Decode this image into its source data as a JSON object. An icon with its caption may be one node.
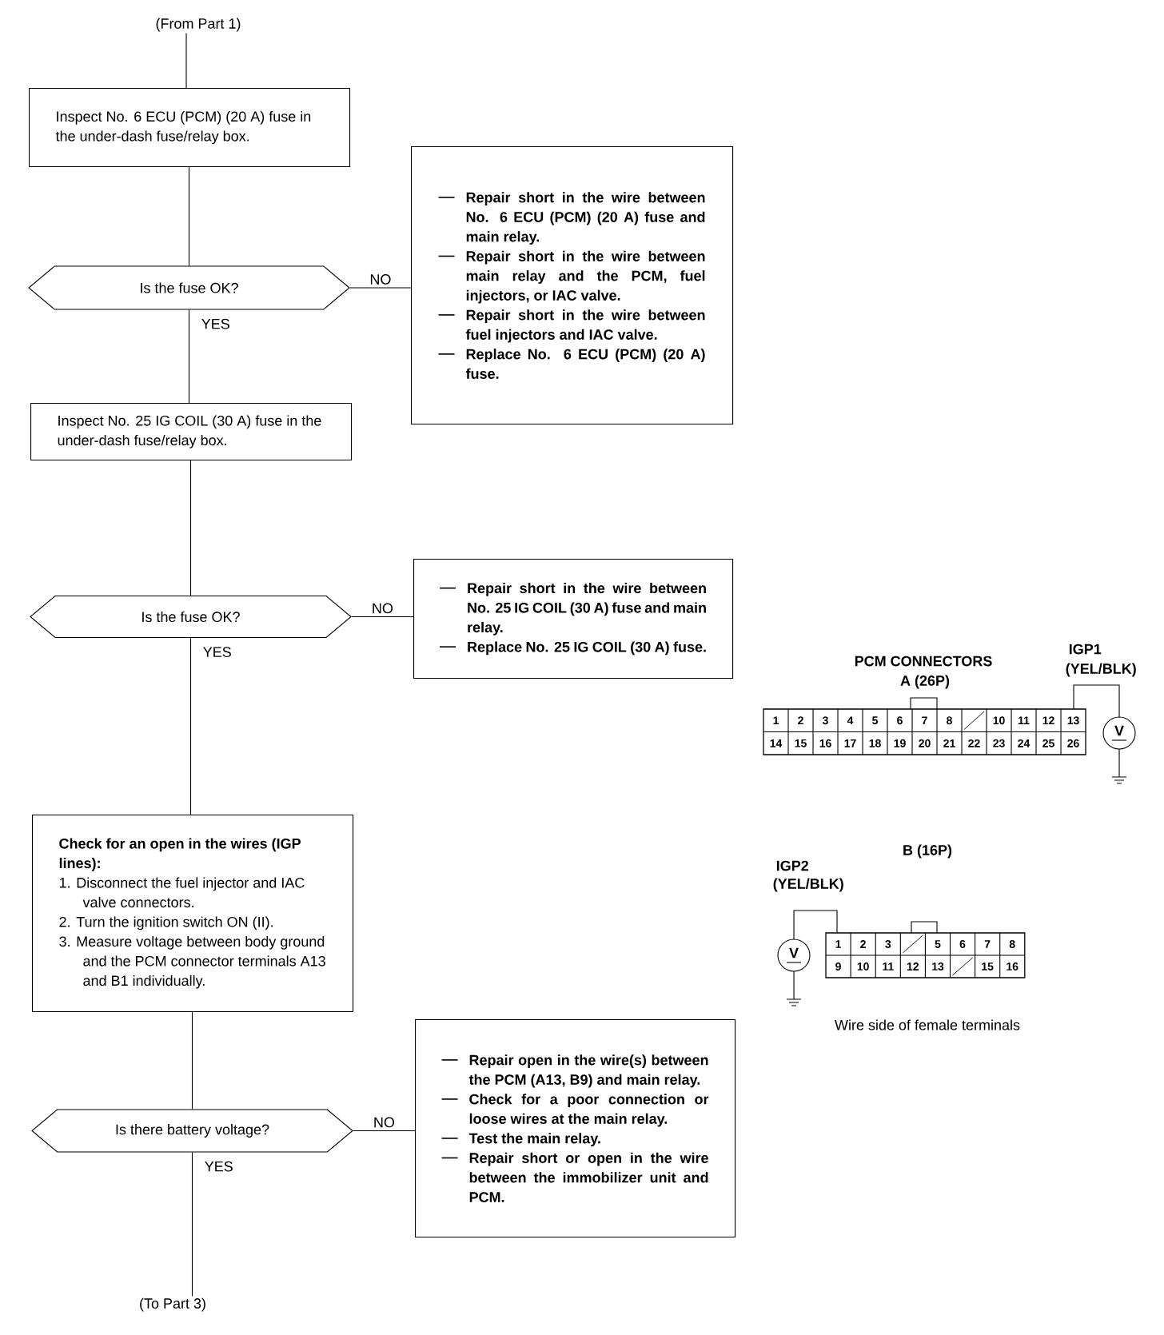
{
  "diagram": {
    "nodes": [
      {
        "text": [
          "(From Part 1)"
        ]
      },
      {
        "text": [
          "Inspect No. 6 ECU (PCM) (20 A) fuse in the under-dash fuse/relay box."
        ]
      },
      {
        "text": [
          "Repair short in the wire between No. 6 ECU (PCM) (20 A) fuse and main relay.",
          "Repair short in the wire between main relay and the PCM, fuel injectors, or IAC valve.",
          "Repair short in the wire between fuel injectors and IAC valve.",
          "Replace No. 6 ECU (PCM) (20 A) fuse."
        ]
      },
      {
        "text": [
          "Is the fuse OK?"
        ]
      },
      {
        "text": [
          "Inspect No. 25 IG COIL (30 A) fuse in the under-dash fuse/relay box."
        ]
      },
      {
        "text": [
          "Repair short in the wire between No. 25 IG COIL (30 A) fuse and main relay.",
          "Replace No. 25 IG COIL (30 A) fuse."
        ]
      },
      {
        "text": [
          "Is the fuse OK?"
        ]
      },
      {
        "text": [
          "Check for an open in the wires (IGP lines):",
          "1. Disconnect the fuel injector and IAC valve connectors.",
          "2. Turn the ignition switch ON (II).",
          "3. Measure voltage between body ground and the PCM connector terminals A13 and B1 individually."
        ]
      },
      {
        "text": [
          "Repair open in the wire(s) between the PCM (A13, B9) and main relay.",
          "Check for a poor connection or loose wires at the main relay.",
          "Test the main relay.",
          "Repair short or open in the wire between the immobilizer unit and PCM."
        ]
      },
      {
        "text": [
          "Is there battery voltage?"
        ]
      },
      {
        "text": [
          "(To Part 3)"
        ]
      }
    ],
    "edges": [
      {
        "from": 0,
        "to": 1,
        "arrow": "none"
      },
      {
        "from": 1,
        "to": 3,
        "arrow": "none"
      },
      {
        "from": 3,
        "to": 2,
        "arrow": "none",
        "label": "NO"
      },
      {
        "from": 3,
        "to": 4,
        "arrow": "none",
        "label": "YES"
      },
      {
        "from": 4,
        "to": 6,
        "arrow": "none"
      },
      {
        "from": 6,
        "to": 5,
        "arrow": "none",
        "label": "NO"
      },
      {
        "from": 6,
        "to": 7,
        "arrow": "none",
        "label": "YES"
      },
      {
        "from": 7,
        "to": 9,
        "arrow": "none"
      },
      {
        "from": 9,
        "to": 8,
        "arrow": "none",
        "label": "NO"
      },
      {
        "from": 9,
        "to": 10,
        "arrow": "none",
        "label": "YES"
      }
    ],
    "labels": [
      "PCM CONNECTORS",
      "A (26P)",
      "IGP1",
      "(YEL/BLK)",
      "1",
      "2",
      "3",
      "4",
      "5",
      "6",
      "7",
      "8",
      "10",
      "11",
      "12",
      "13",
      "14",
      "15",
      "16",
      "17",
      "18",
      "19",
      "20",
      "21",
      "22",
      "23",
      "24",
      "25",
      "26",
      "V",
      "B (16P)",
      "IGP2",
      "(YEL/BLK)",
      "1",
      "2",
      "3",
      "5",
      "6",
      "7",
      "8",
      "9",
      "10",
      "11",
      "12",
      "13",
      "15",
      "16",
      "V",
      "Wire side of female terminals"
    ]
  }
}
